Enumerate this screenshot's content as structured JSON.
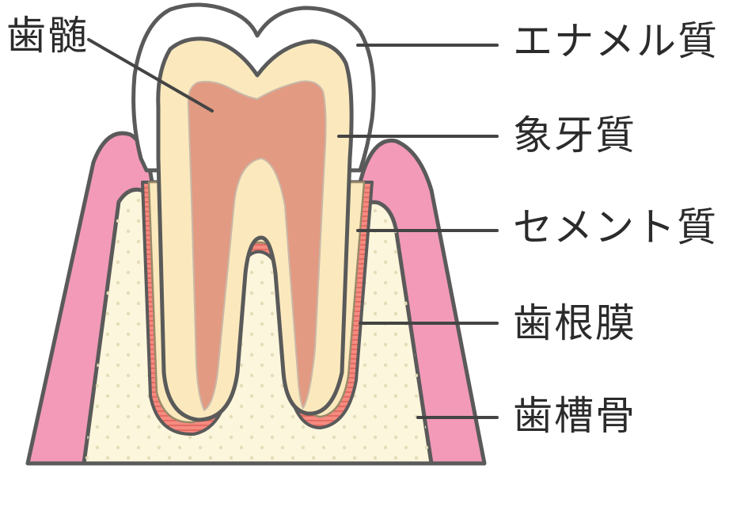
{
  "labels": {
    "pulp": "歯髄",
    "enamel": "エナメル質",
    "dentin": "象牙質",
    "cementum": "セメント質",
    "pdl": "歯根膜",
    "bone": "歯槽骨"
  },
  "colors": {
    "outline": "#5a5a5a",
    "gum": "#f29ab8",
    "bone": "#fbf6dc",
    "bone_dot": "#e8e0be",
    "enamel": "#ffffff",
    "dentin": "#fbe9bd",
    "pulp": "#e29a82",
    "ligament": "#f07a72",
    "leader": "#444444"
  }
}
